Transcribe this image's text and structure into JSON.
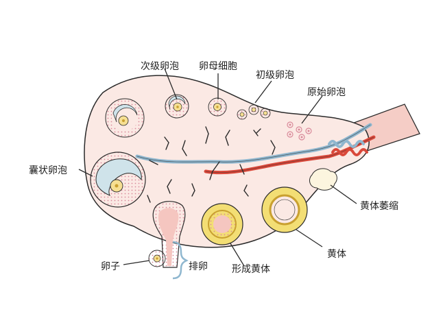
{
  "labels": {
    "secondary_follicle": "次级卵泡",
    "oocyte": "卵母细胞",
    "primary_follicle": "初级卵泡",
    "primordial_follicle": "原始卵泡",
    "antral_follicle": "囊状卵泡",
    "corpus_albicans": "黄体萎缩",
    "corpus_luteum": "黄体",
    "forming_corpus_luteum": "形成黄体",
    "ovum": "卵子",
    "ovulation": "排卵"
  },
  "colors": {
    "ovary_fill": "#fbe9e4",
    "outline": "#2a2a2a",
    "follicle_dots": "#d9899a",
    "antrum": "#cfe3ea",
    "oocyte": "#f6df92",
    "luteum_yellow": "#f3de74",
    "artery": "#d9483a",
    "vein": "#8fb7cf",
    "ligament": "#f5cdc6"
  }
}
